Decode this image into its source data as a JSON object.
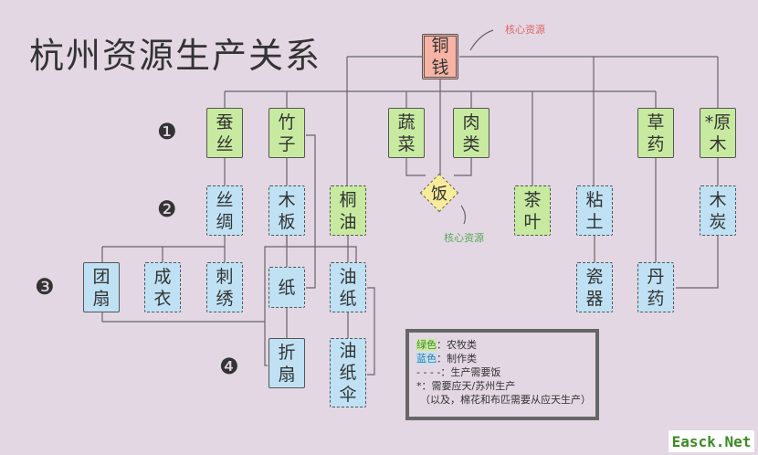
{
  "title": "杭州资源生产关系",
  "core_note": "核心资源",
  "core_note_2": "核心资源",
  "levels": [
    "❶",
    "❷",
    "❸",
    "❹"
  ],
  "nodes": {
    "tongqian": "铜\n钱",
    "cansi": "蚕\n丝",
    "zhuzi": "竹\n子",
    "shucai": "蔬\n菜",
    "roulei": "肉\n类",
    "caoyao": "草\n药",
    "yuanmu": "*原\n木",
    "fan": "饭",
    "sichou": "丝\n绸",
    "muban": "木\n板",
    "tongyou": "桐\n油",
    "chaye": "茶\n叶",
    "niantu": "粘\n土",
    "mutan": "木\n炭",
    "tuanshan": "团\n扇",
    "chengyi": "成\n衣",
    "cixiu": "刺\n绣",
    "zhi": "纸",
    "youzhi": "油\n纸",
    "ciqi": "瓷\n器",
    "danyao": "丹\n药",
    "zheshan": "折\n扇",
    "youzhisan": "油\n纸\n伞"
  },
  "legend": {
    "green_key": "绿色",
    "green_val": "：农牧类",
    "blue_key": "蓝色",
    "blue_val": "：制作类",
    "dash_key": "- - - -",
    "dash_val": "：生产需要饭",
    "star_key": "*",
    "star_val": "：需要应天/苏州生产",
    "note": "（以及，棉花和布匹需要从应天生产）"
  },
  "watermark": "Easck.Net",
  "colors": {
    "green": "#c7eaa0",
    "blue": "#bfe1f3",
    "red": "#f6b3a6",
    "yellow": "#f8ec9c"
  }
}
